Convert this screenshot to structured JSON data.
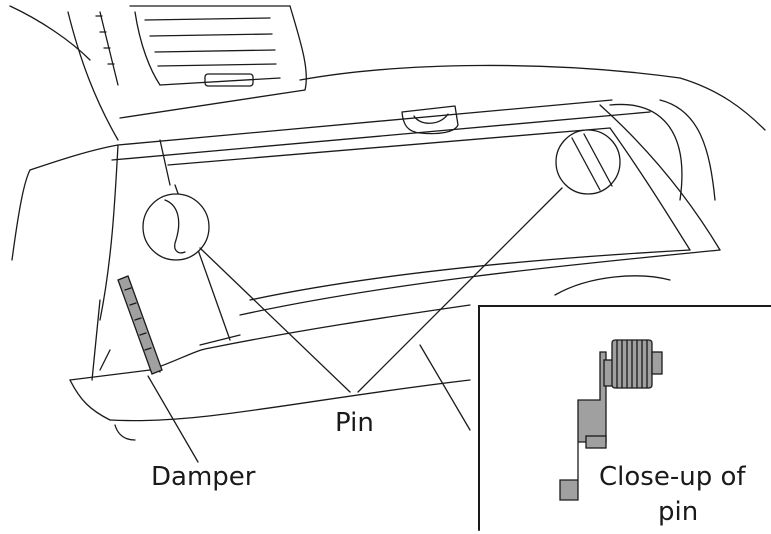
{
  "labels": {
    "pin": "Pin",
    "damper": "Damper",
    "closeup_line1": "Close-up of",
    "closeup_line2": "pin"
  },
  "colors": {
    "line": "#1a1a1a",
    "part_fill": "#a0a0a0",
    "background": "#ffffff"
  }
}
